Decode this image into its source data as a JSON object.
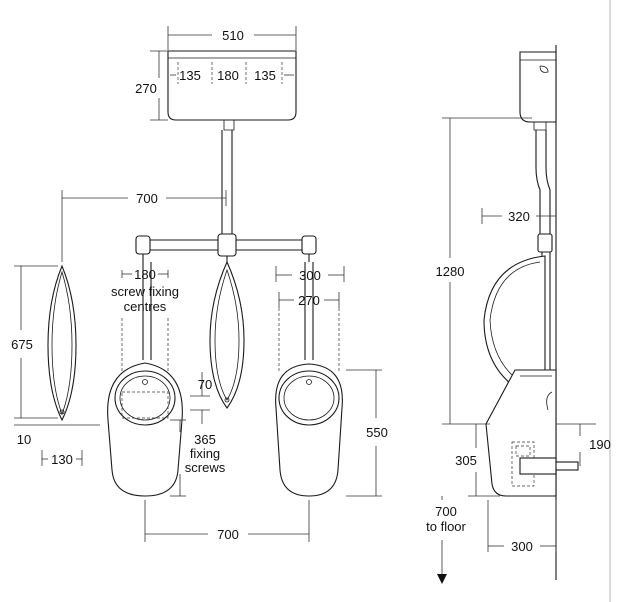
{
  "dimensions": {
    "cistern_width": "510",
    "cistern_height": "270",
    "cistern_offset_left": "135",
    "cistern_center": "180",
    "cistern_offset_right": "135",
    "urinal_spacing_top": "700",
    "screw_fixing": "180",
    "screw_fixing_note_1": "screw fixing",
    "screw_fixing_note_2": "centres",
    "divider_height": "675",
    "divider_base": "10",
    "divider_width": "130",
    "pipe_spacing": "70",
    "fixing_screws_height": "365",
    "fixing_screws_note_1": "fixing",
    "fixing_screws_note_2": "screws",
    "bowl_outer_width": "300",
    "bowl_inner_width": "270",
    "bowl_height": "550",
    "urinal_spacing_bottom": "700",
    "side_projection": "320",
    "overall_height": "1280",
    "side_rim_height": "305",
    "outlet_height": "190",
    "floor_height": "700",
    "floor_note_1": "to floor",
    "side_depth": "300"
  }
}
